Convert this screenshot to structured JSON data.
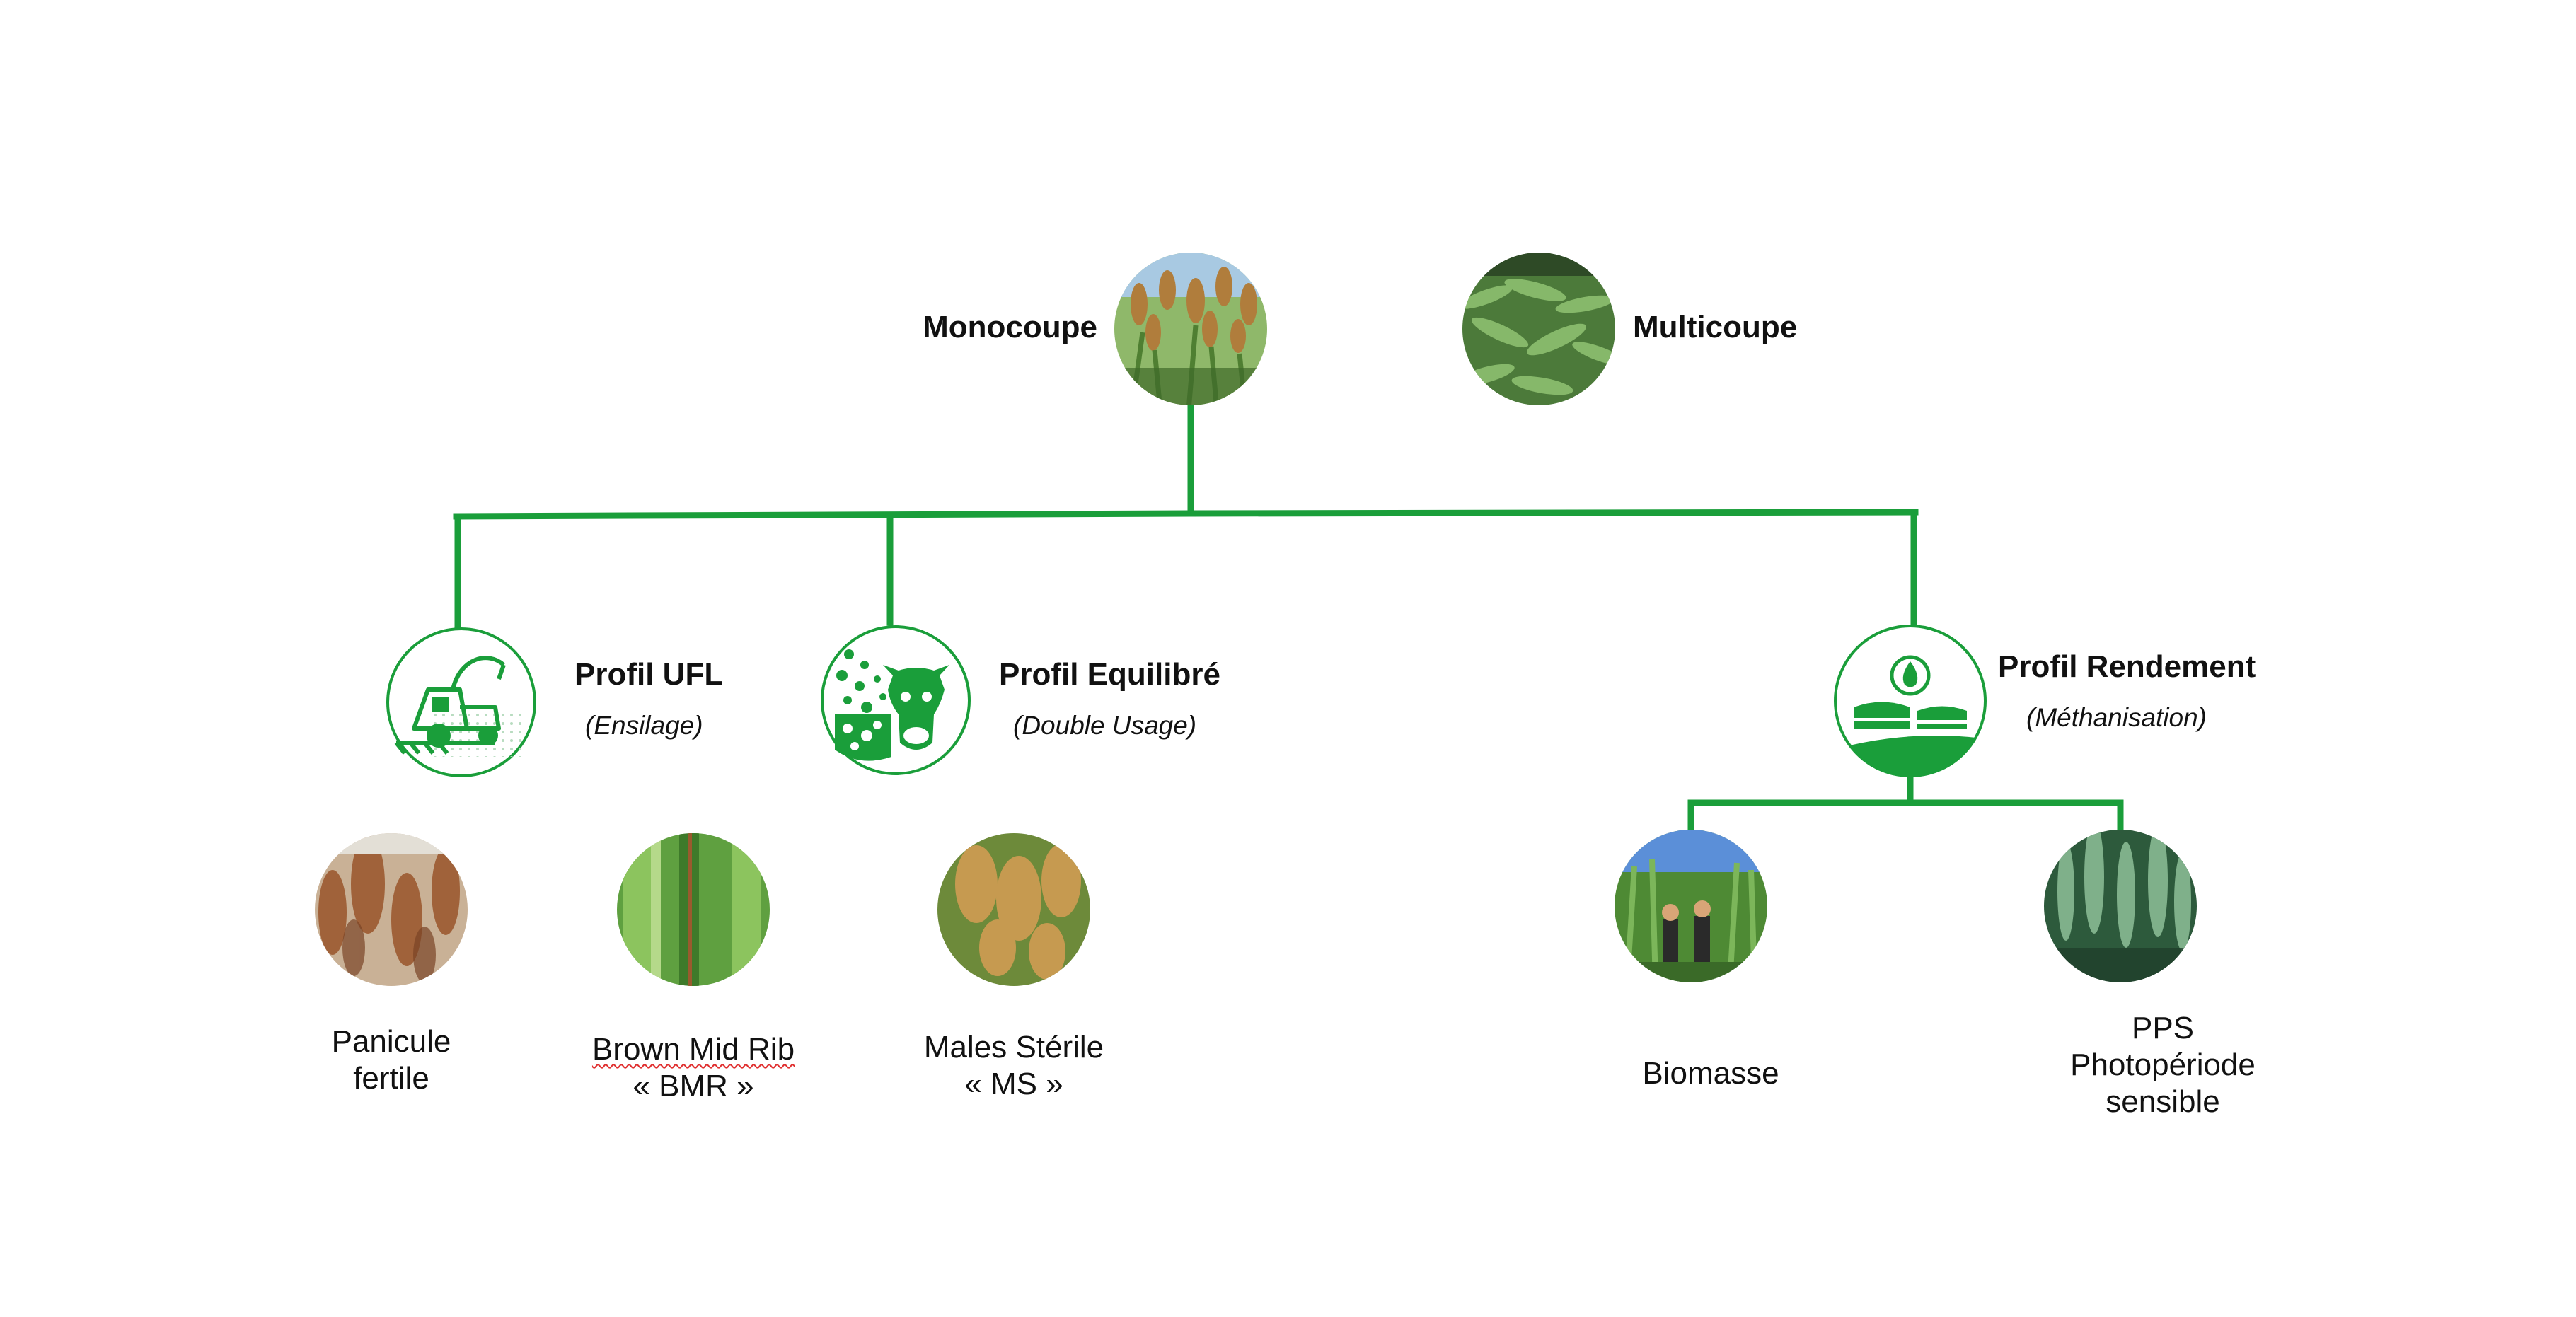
{
  "colors": {
    "connector": "#1a9e3a",
    "icon_green": "#1a9e3a",
    "text": "#111111"
  },
  "top": {
    "monocoupe": {
      "label": "Monocoupe",
      "photo": "sorghum-panicle-field-photo"
    },
    "multicoupe": {
      "label": "Multicoupe",
      "photo": "leafy-sorghum-field-photo"
    }
  },
  "profiles": {
    "ufl": {
      "title": "Profil UFL",
      "subtitle": "(Ensilage)",
      "icon": "forage-harvester-icon"
    },
    "equilibre": {
      "title": "Profil Equilibré",
      "subtitle": "(Double Usage)",
      "icon": "cow-and-grain-icon"
    },
    "rendement": {
      "title": "Profil Rendement",
      "subtitle": "(Méthanisation)",
      "icon": "biogas-digester-icon"
    }
  },
  "varieties": {
    "panicule": {
      "lines": [
        "Panicule",
        "fertile"
      ],
      "photo": "red-panicle-photo"
    },
    "bmr": {
      "lines": [
        "Brown Mid Rib",
        "« BMR »"
      ],
      "photo": "green-stem-midrib-photo"
    },
    "ms": {
      "lines": [
        "Males Stérile",
        "« MS »"
      ],
      "photo": "golden-panicle-photo"
    },
    "biomasse": {
      "lines": [
        "Biomasse"
      ],
      "photo": "tall-sorghum-with-people-photo"
    },
    "pps": {
      "lines": [
        "PPS",
        "Photopériode",
        "sensible"
      ],
      "photo": "dense-green-leaves-photo"
    }
  }
}
